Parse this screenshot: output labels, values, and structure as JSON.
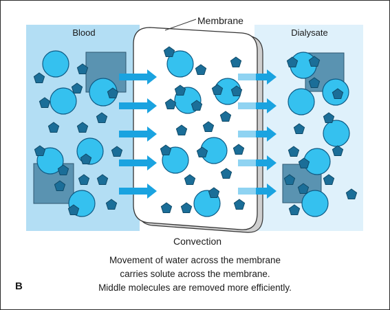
{
  "labels": {
    "membrane": "Membrane",
    "blood": "Blood",
    "dialysate": "Dialysate",
    "convection": "Convection"
  },
  "caption": {
    "line1": "Movement of water across the membrane",
    "line2": "carries solute across the membrane.",
    "line3": "Middle molecules are removed more efficiently."
  },
  "panel_letter": "B",
  "colors": {
    "blood_bg": "#b3def4",
    "dialysate_bg": "#dff1fb",
    "membrane_fill": "#ffffff",
    "circle_fill": "#35c1ef",
    "pentagon_fill": "#1b6e98",
    "square_fill": "#5a93b1",
    "arrow_dark": "#1aa3e0",
    "arrow_light": "#8fd3f2"
  },
  "icons": [
    "circle-molecule",
    "pentagon-molecule",
    "square-molecule",
    "arrow"
  ]
}
